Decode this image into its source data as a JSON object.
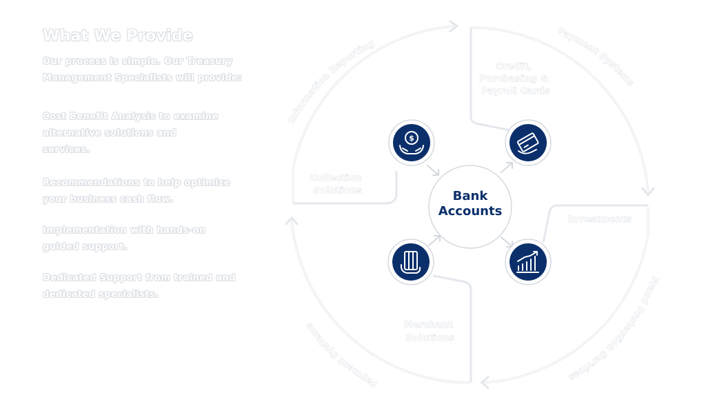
{
  "intro": {
    "heading": "What We Provide",
    "lead": "Our process is simple. Our Treasury Management Specialists will provide:",
    "items": [
      "Cost Benefit Analysis to examine alternative solutions and services.",
      "Recommendations to help optimize your business cash flow.",
      "Implementation with hands-on guided support.",
      "Dedicated Support from trained and dedicated specialists."
    ]
  },
  "diagram": {
    "center": {
      "line1": "Bank",
      "line2": "Accounts"
    },
    "quadrants": {
      "top_left": [
        "Collection",
        "Solutions"
      ],
      "top_right": [
        "Credit,",
        "Purchasing &",
        "Payroll Cards"
      ],
      "bottom_right": [
        "Investments"
      ],
      "bottom_left": [
        "Merchant",
        "Solutions"
      ]
    },
    "ring_labels": {
      "top_left": "Information Reporting",
      "top_right": "Payment Systems",
      "bottom_right": "Fraud Protection Services",
      "bottom_left": "Payment Systems"
    },
    "icons": {
      "top_left": "dollar-hand-icon",
      "top_right": "card-hand-icon",
      "bottom_right": "growth-chart-icon",
      "bottom_left": "card-payment-icon"
    },
    "colors": {
      "navy": "#0b2f6b",
      "ring": "#e4e7ec"
    }
  }
}
